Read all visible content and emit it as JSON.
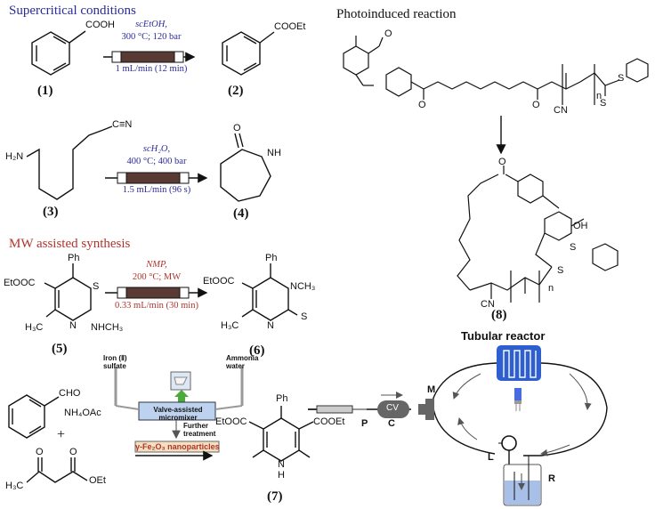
{
  "sections": {
    "supercritical": "Supercritical conditions",
    "photoinduced": "Photoinduced reaction",
    "mw": "MW assisted synthesis"
  },
  "compounds": {
    "c1": {
      "label": "(1)",
      "group": "COOH"
    },
    "c2": {
      "label": "(2)",
      "group": "COOEt"
    },
    "c3": {
      "label": "(3)",
      "h2n": "H₂N",
      "cn": "C≡N"
    },
    "c4": {
      "label": "(4)",
      "o": "O",
      "nh": "NH"
    },
    "c5": {
      "label": "(5)",
      "ph": "Ph",
      "etooc": "EtOOC",
      "s": "S",
      "n": "N",
      "h3c": "H₃C",
      "nhch3": "NHCH₃"
    },
    "c6": {
      "label": "(6)",
      "ph": "Ph",
      "etooc": "EtOOC",
      "nch3": "NCH₃",
      "n": "N",
      "h3c": "H₃C",
      "s": "S"
    },
    "c7": {
      "label": "(7)",
      "ph": "Ph",
      "etooc": "EtOOC",
      "cooet": "COOEt",
      "n": "N",
      "h": "H"
    },
    "c8": {
      "label": "(8)"
    }
  },
  "reagents": {
    "cho": "CHO",
    "nh4oac": "NH₄OAc",
    "plus": "+",
    "ketoester_o": "O",
    "ketoester_oo": "O",
    "ketoester_h3c": "H₃C",
    "ketoester_oet": "OEt"
  },
  "conditions": {
    "r1": {
      "solvent": "scEtOH,",
      "params": "300 °C; 120 bar",
      "flow": "1 mL/min (12 min)"
    },
    "r2": {
      "solvent": "scH₂O,",
      "params": "400 °C; 400 bar",
      "flow": "1.5 mL/min (96 s)"
    },
    "r3": {
      "solvent": "NMP,",
      "params": "200 °C; MW",
      "flow": "0.33 mL/min (30 min)"
    }
  },
  "micromixer": {
    "iron": "Iron (Ⅱ) sulfate",
    "ammonia": "Ammonia water",
    "mixer": "Valve-assisted micromixer",
    "further": "Further treatment",
    "product": "γ-Fe₂O₃ nanoparticles"
  },
  "photo_atoms": {
    "o": "O",
    "s": "S",
    "n": "n",
    "cn": "CN",
    "oh": "OH"
  },
  "reactor": {
    "title": "Tubular reactor",
    "p": "P",
    "c": "C",
    "cv": "CV",
    "m": "M",
    "l": "L",
    "r": "R"
  },
  "colors": {
    "blue": "#2a2a9c",
    "red": "#b0342c",
    "tube": "#5a3a34",
    "reactor_blue": "#2d5fd0"
  }
}
